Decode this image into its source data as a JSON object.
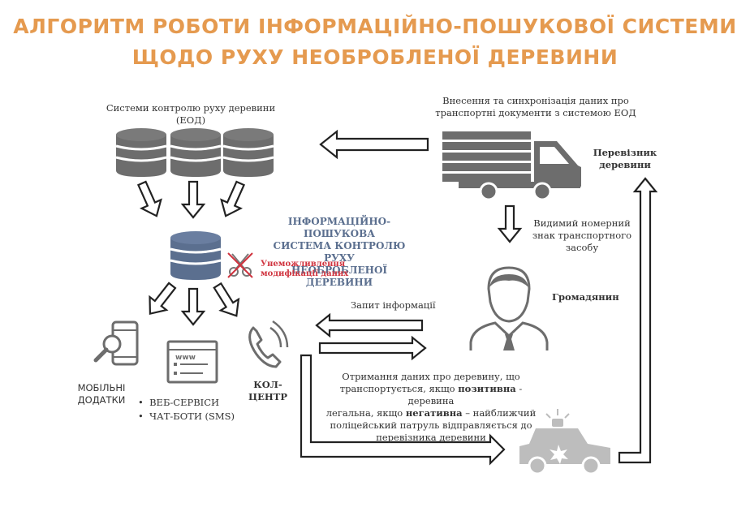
{
  "title": {
    "line1": "АЛГОРИТМ РОБОТИ ІНФОРМАЦІЙНО-ПОШУКОВОЇ СИСТЕМИ",
    "line2": "ЩОДО РУХУ НЕОБРОБЛЕНОЇ ДЕРЕВИНИ"
  },
  "eod": {
    "line1": "Системи контролю руху деревини",
    "line2": "(ЕОД)"
  },
  "ips": {
    "line1": "ІНФОРМАЦІЙНО-ПОШУКОВА",
    "line2": "СИСТЕМА КОНТРОЛЮ РУХУ",
    "line3": "НЕОБРОБЛЕНОЇ ДЕРЕВИНИ"
  },
  "nomod": {
    "line1": "Унеможливлення",
    "line2": "модифікації даних"
  },
  "sync": {
    "line1": "Внесення та синхронізація даних про",
    "line2": "транспортні документи з системою ЕОД"
  },
  "carrier": {
    "line1": "Перевізник",
    "line2": "деревини"
  },
  "plate": {
    "line1": "Видимий номерний",
    "line2": "знак транспортного",
    "line3": "засобу"
  },
  "citizen": "Громадянин",
  "query": "Запит інформації",
  "result": {
    "line1": "Отримання даних про деревину, що",
    "line2a": "транспортується, якщо ",
    "line2b": "позитивна",
    "line2c": " - деревина",
    "line3a": "легальна, якщо ",
    "line3b": "негативна",
    "line3c": " – найближчий",
    "line4": "поліцейський патруль відправляється до",
    "line5": "перевізника деревини"
  },
  "channels": {
    "mobile_line1": "МОБІЛЬНІ",
    "mobile_line2": "ДОДАТКИ",
    "web": "ВЕБ-СЕРВІСИ",
    "bots": "ЧАТ-БОТИ (SMS)",
    "call_line1": "КОЛ-",
    "call_line2": "ЦЕНТР",
    "www": "www"
  },
  "colors": {
    "title": "#e59a4f",
    "ips_db": "#5b6f8f",
    "ips_text": "#5b6f8f",
    "alert": "#d0343f",
    "icon_gray": "#6d6d6d",
    "police": "#bdbdbd"
  }
}
